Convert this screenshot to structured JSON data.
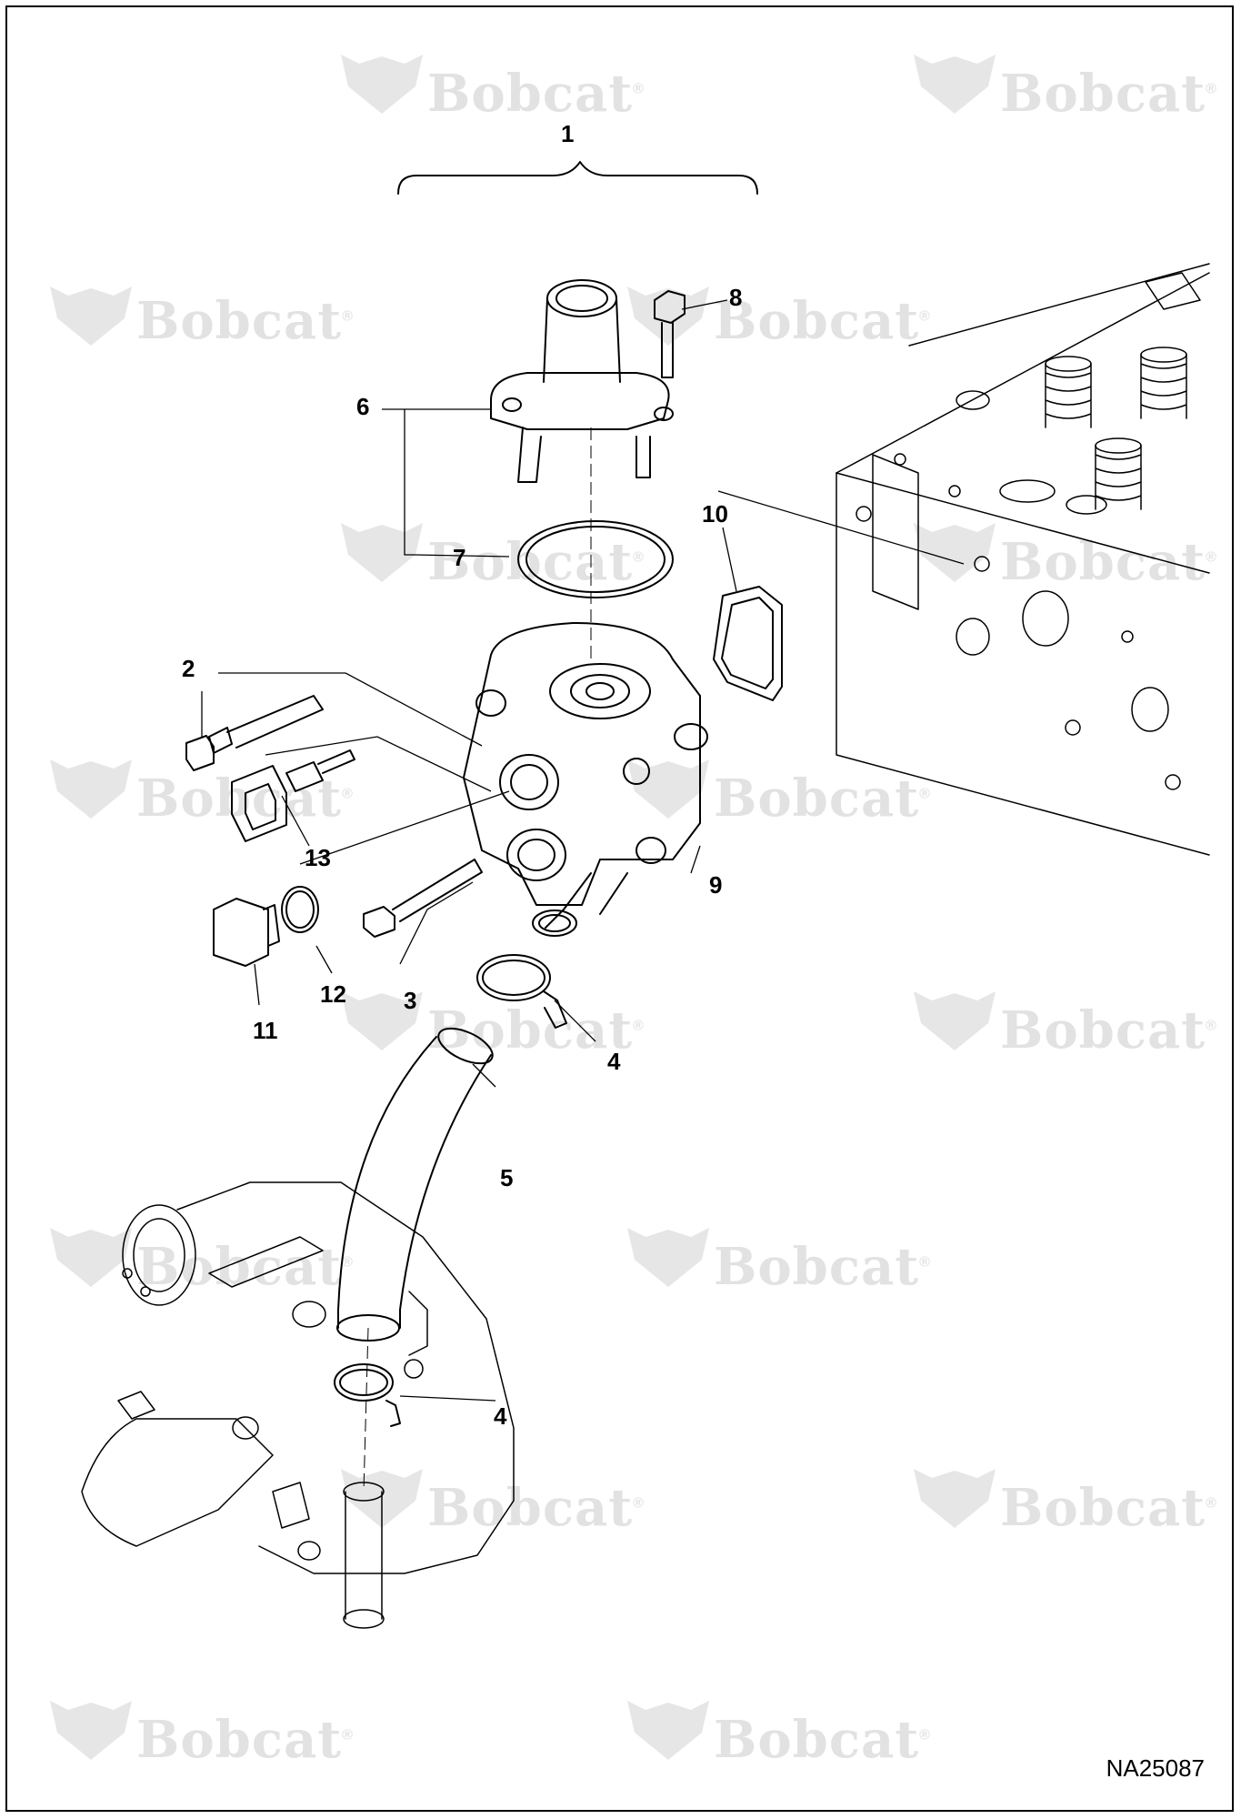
{
  "watermark": {
    "brand": "Bobcat",
    "mark": "®"
  },
  "figure_id": "NA25087",
  "callouts": {
    "c1": "1",
    "c2": "2",
    "c3": "3",
    "c4a": "4",
    "c4b": "4",
    "c5": "5",
    "c6": "6",
    "c7": "7",
    "c8": "8",
    "c9": "9",
    "c10": "10",
    "c11": "11",
    "c12": "12",
    "c13": "13"
  }
}
